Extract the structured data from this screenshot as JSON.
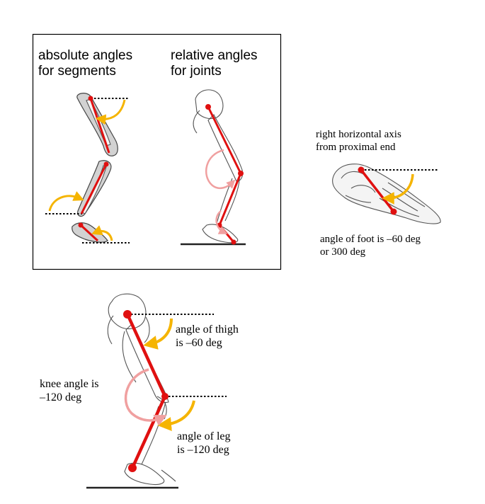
{
  "panel_absolute": {
    "heading_line1": "absolute angles",
    "heading_line2": "for segments"
  },
  "panel_relative": {
    "heading_line1": "relative angles",
    "heading_line2": "for joints"
  },
  "foot_panel": {
    "axis_label_line1": "right horizontal axis",
    "axis_label_line2": "from proximal end",
    "angle_label_line1": "angle of foot is –60 deg",
    "angle_label_line2": "or 300 deg"
  },
  "leg_panel": {
    "thigh_label_line1": "angle of thigh",
    "thigh_label_line2": "is –60 deg",
    "knee_label_line1": "knee angle is",
    "knee_label_line2": "–120 deg",
    "leg_label_line1": "angle of leg",
    "leg_label_line2": "is –120 deg"
  },
  "colors": {
    "segment_line": "#e01010",
    "absolute_angle_arrow": "#f5b400",
    "relative_angle_arrow": "#f0a0a0",
    "frame": "#000000"
  }
}
